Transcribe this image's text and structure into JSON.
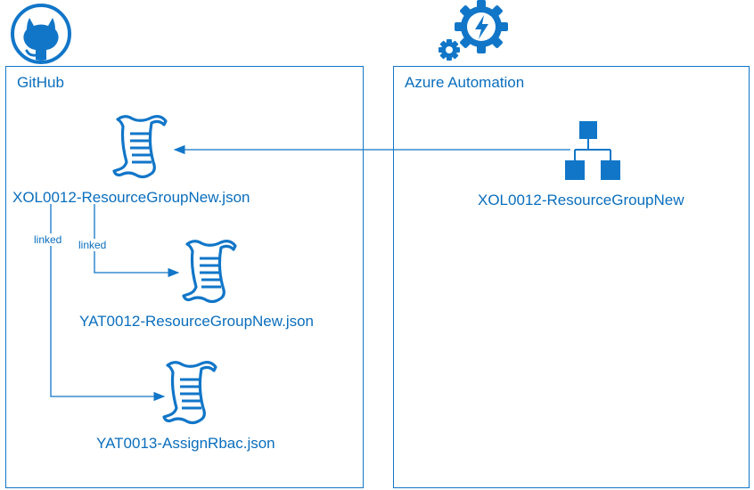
{
  "panels": {
    "github": {
      "title": "GitHub"
    },
    "azure": {
      "title": "Azure Automation"
    }
  },
  "nodes": {
    "xol_json": "XOL0012-ResourceGroupNew.json",
    "yat0012_json": "YAT0012-ResourceGroupNew.json",
    "yat0013_json": "YAT0013-AssignRbac.json",
    "runbook": "XOL0012-ResourceGroupNew"
  },
  "edges": {
    "linked_left": "linked",
    "linked_right": "linked"
  },
  "icons": {
    "github": "github-logo-icon",
    "azure": "azure-automation-icon",
    "script": "script-scroll-icon",
    "runbook": "hierarchy-icon"
  },
  "colors": {
    "accent": "#1176c8",
    "text": "#0a6ebd"
  }
}
